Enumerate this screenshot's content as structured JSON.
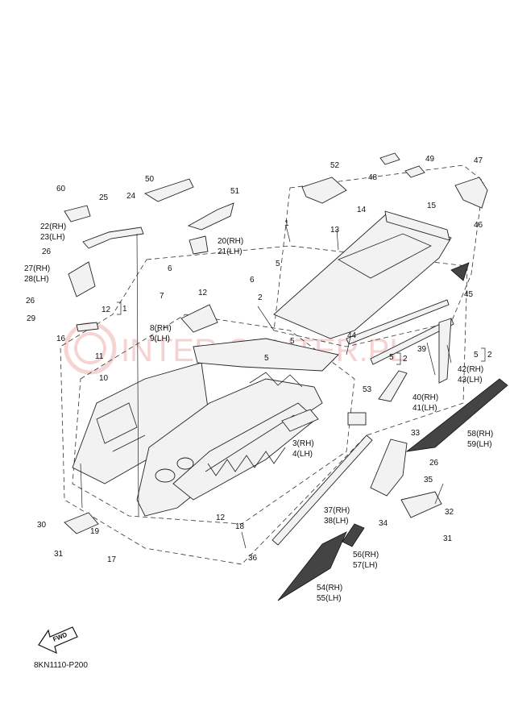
{
  "diagram": {
    "code": "8KN1110-P200",
    "fwd_label": "FWD",
    "watermark": "INTER-SKUTER.PL",
    "callouts": [
      {
        "id": "c1",
        "text": "1"
      },
      {
        "id": "c2",
        "text": "2"
      },
      {
        "id": "c3",
        "text": "3(RH)"
      },
      {
        "id": "c4",
        "text": "4(LH)"
      },
      {
        "id": "c5a",
        "text": "5"
      },
      {
        "id": "c5b",
        "text": "5"
      },
      {
        "id": "c5c",
        "text": "5"
      },
      {
        "id": "c5d",
        "text": "5"
      },
      {
        "id": "c5e",
        "text": "5"
      },
      {
        "id": "c6a",
        "text": "6"
      },
      {
        "id": "c6b",
        "text": "6"
      },
      {
        "id": "c7",
        "text": "7"
      },
      {
        "id": "c8",
        "text": "8(RH)"
      },
      {
        "id": "c9",
        "text": "9(LH)"
      },
      {
        "id": "c10",
        "text": "10"
      },
      {
        "id": "c11",
        "text": "11"
      },
      {
        "id": "c12a",
        "text": "12"
      },
      {
        "id": "c12b",
        "text": "12"
      },
      {
        "id": "c12c",
        "text": "12"
      },
      {
        "id": "c13",
        "text": "13"
      },
      {
        "id": "c14",
        "text": "14"
      },
      {
        "id": "c15",
        "text": "15"
      },
      {
        "id": "c16",
        "text": "16"
      },
      {
        "id": "c17",
        "text": "17"
      },
      {
        "id": "c18",
        "text": "18"
      },
      {
        "id": "c19",
        "text": "19"
      },
      {
        "id": "c20",
        "text": "20(RH)"
      },
      {
        "id": "c21",
        "text": "21(LH)"
      },
      {
        "id": "c22",
        "text": "22(RH)"
      },
      {
        "id": "c23",
        "text": "23(LH)"
      },
      {
        "id": "c24",
        "text": "24"
      },
      {
        "id": "c25",
        "text": "25"
      },
      {
        "id": "c26a",
        "text": "26"
      },
      {
        "id": "c26b",
        "text": "26"
      },
      {
        "id": "c26c",
        "text": "26"
      },
      {
        "id": "c27",
        "text": "27(RH)"
      },
      {
        "id": "c28",
        "text": "28(LH)"
      },
      {
        "id": "c29",
        "text": "29"
      },
      {
        "id": "c30",
        "text": "30"
      },
      {
        "id": "c31a",
        "text": "31"
      },
      {
        "id": "c31b",
        "text": "31"
      },
      {
        "id": "c32",
        "text": "32"
      },
      {
        "id": "c33",
        "text": "33"
      },
      {
        "id": "c34",
        "text": "34"
      },
      {
        "id": "c35",
        "text": "35"
      },
      {
        "id": "c36",
        "text": "36"
      },
      {
        "id": "c37",
        "text": "37(RH)"
      },
      {
        "id": "c38",
        "text": "38(LH)"
      },
      {
        "id": "c39",
        "text": "39"
      },
      {
        "id": "c40",
        "text": "40(RH)"
      },
      {
        "id": "c41",
        "text": "41(LH)"
      },
      {
        "id": "c42",
        "text": "42(RH)"
      },
      {
        "id": "c43",
        "text": "43(LH)"
      },
      {
        "id": "c44",
        "text": "44"
      },
      {
        "id": "c45",
        "text": "45"
      },
      {
        "id": "c46",
        "text": "46"
      },
      {
        "id": "c47",
        "text": "47"
      },
      {
        "id": "c48",
        "text": "48"
      },
      {
        "id": "c49",
        "text": "49"
      },
      {
        "id": "c50",
        "text": "50"
      },
      {
        "id": "c51",
        "text": "51"
      },
      {
        "id": "c52",
        "text": "52"
      },
      {
        "id": "c53",
        "text": "53"
      },
      {
        "id": "c54",
        "text": "54(RH)"
      },
      {
        "id": "c55",
        "text": "55(LH)"
      },
      {
        "id": "c56",
        "text": "56(RH)"
      },
      {
        "id": "c57",
        "text": "57(LH)"
      },
      {
        "id": "c58",
        "text": "58(RH)"
      },
      {
        "id": "c59",
        "text": "59(LH)"
      },
      {
        "id": "c60",
        "text": "60"
      },
      {
        "id": "g1",
        "text": "1"
      },
      {
        "id": "g2a",
        "text": "2"
      },
      {
        "id": "g2b",
        "text": "2"
      }
    ]
  }
}
